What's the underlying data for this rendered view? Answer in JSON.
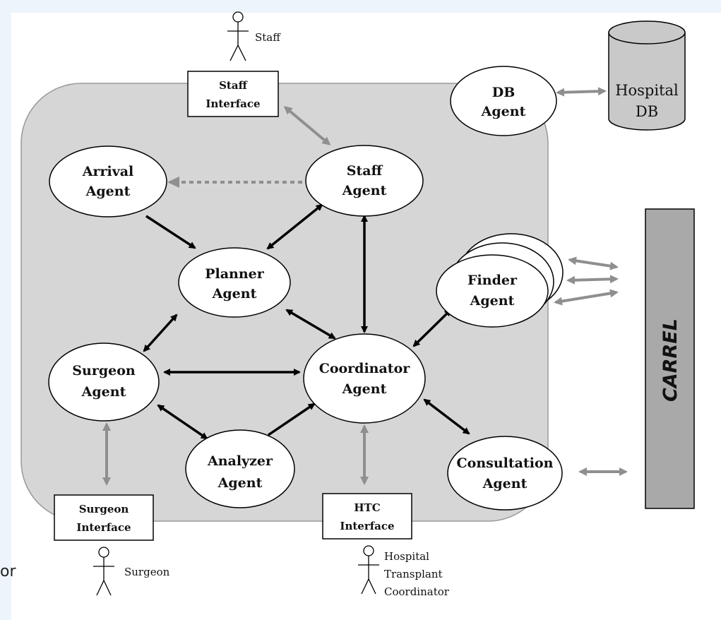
{
  "diagram": {
    "agents": {
      "db": [
        "DB",
        "Agent"
      ],
      "arrival": [
        "Arrival",
        "Agent"
      ],
      "staff": [
        "Staff",
        "Agent"
      ],
      "planner": [
        "Planner",
        "Agent"
      ],
      "finder": [
        "Finder",
        "Agent"
      ],
      "surgeon": [
        "Surgeon",
        "Agent"
      ],
      "coordinator": [
        "Coordinator",
        "Agent"
      ],
      "analyzer": [
        "Analyzer",
        "Agent"
      ],
      "consultation": [
        "Consultation",
        "Agent"
      ]
    },
    "interfaces": {
      "staff": [
        "Staff",
        "Interface"
      ],
      "surgeon": [
        "Surgeon",
        "Interface"
      ],
      "htc": [
        "HTC",
        "Interface"
      ]
    },
    "actors": {
      "staff": [
        "Staff"
      ],
      "surgeon": [
        "Surgeon"
      ],
      "htc": [
        "Hospital",
        "Transplant",
        "Coordinator"
      ]
    },
    "database": [
      "Hospital",
      "DB"
    ],
    "external_system": "CARREL",
    "stray_text": "or"
  }
}
